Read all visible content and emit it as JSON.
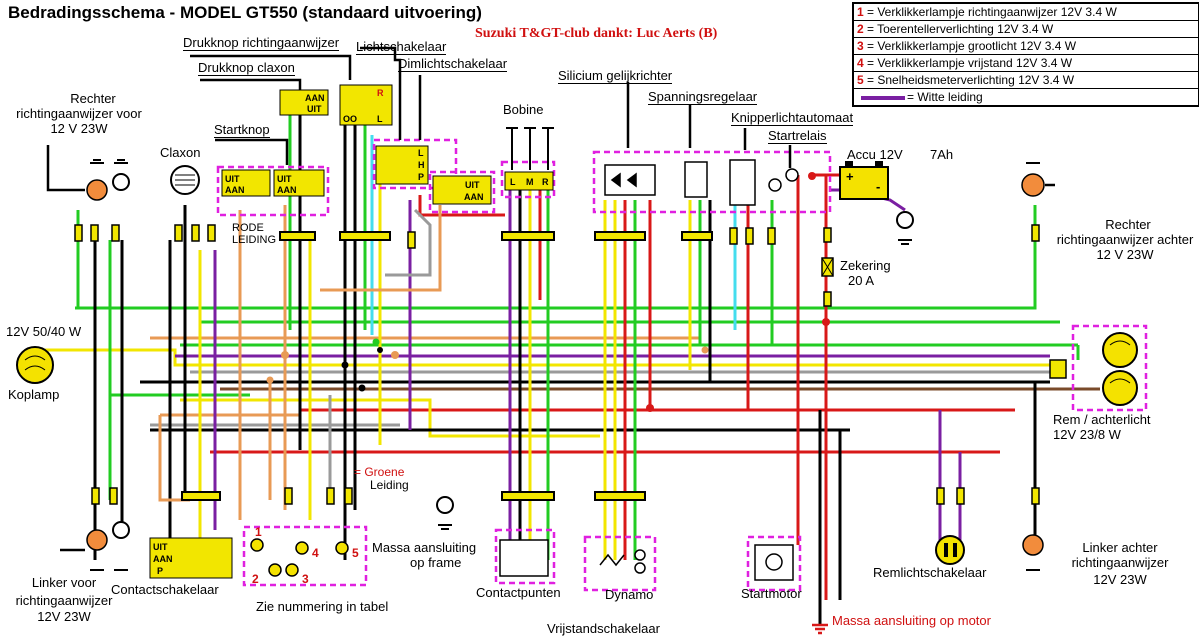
{
  "title": "Bedradingsschema - MODEL GT550 (standaard uitvoering)",
  "credit": "Suzuki T&GT-club dankt: Luc Aerts (B)",
  "legend": {
    "rows": [
      {
        "num": "1",
        "text": "= Verklikkerlampje richtingaanwijzer  12V 3.4 W"
      },
      {
        "num": "2",
        "text": "= Toerentellerverlichting 12V 3.4 W"
      },
      {
        "num": "3",
        "text": "= Verklikkerlampje grootlicht 12V 3.4 W"
      },
      {
        "num": "4",
        "text": "= Verklikkerlampje vrijstand 12V 3.4 W"
      },
      {
        "num": "5",
        "text": "= Snelheidsmeterverlichting 12V 3.4 W"
      }
    ],
    "white_wire": "= Witte leiding"
  },
  "labels": {
    "drukknop_richting": "Drukknop richtingaanwijzer",
    "drukknop_claxon": "Drukknop claxon",
    "lichtschakelaar": "Lichtschakelaar",
    "dimlichtschakelaar": "Dimlichtschakelaar",
    "startknop": "Startknop",
    "claxon": "Claxon",
    "bobine": "Bobine",
    "silicium": "Silicium gelijkrichter",
    "spanningsregelaar": "Spanningsregelaar",
    "knipperlicht": "Knipperlichtautomaat",
    "startrelais": "Startrelais",
    "accu": "Accu 12V",
    "accu_ah": "7Ah",
    "zekering": "Zekering",
    "zekering_a": "20 A",
    "rechter_voor_1": "Rechter",
    "rechter_voor_2": "richtingaanwijzer voor",
    "rechter_voor_3": "12 V    23W",
    "rechter_achter_1": "Rechter",
    "rechter_achter_2": "richtingaanwijzer achter",
    "rechter_achter_3": "12 V    23W",
    "koplamp_spec": "12V  50/40 W",
    "koplamp": "Koplamp",
    "rem_1": "Rem / achterlicht",
    "rem_2": "12V  23/8 W",
    "rode_leiding_1": "RODE",
    "rode_leiding_2": "LEIDING",
    "groene_1": "= Groene",
    "groene_2": "Leiding",
    "massa_frame_1": "Massa aansluiting",
    "massa_frame_2": "op frame",
    "massa_motor": "Massa aansluiting op motor",
    "linker_voor_1": "Linker voor",
    "linker_voor_2": "richtingaanwijzer",
    "linker_voor_3": "12V    23W",
    "linker_achter_1": "Linker achter",
    "linker_achter_2": "richtingaanwijzer",
    "linker_achter_3": "12V     23W",
    "contactschakelaar": "Contactschakelaar",
    "nummering": "Zie nummering in tabel",
    "contactpunten": "Contactpunten",
    "dynamo": "Dynamo",
    "vrijstand": "Vrijstandschakelaar",
    "startmotor": "Startmotor",
    "remlicht": "Remlichtschakelaar"
  },
  "switch_text": {
    "uit": "UIT",
    "aan": "AAN",
    "r": "R",
    "l": "L",
    "h": "H",
    "p": "P",
    "bob_l": "L",
    "bob_m": "M",
    "bob_r": "R",
    "oo": "OO",
    "plus": "+",
    "minus": "-"
  },
  "lamp_numbers": [
    "1",
    "2",
    "3",
    "4",
    "5"
  ],
  "colors": {
    "red": "#d81818",
    "green": "#22cc22",
    "yellow": "#f2e600",
    "orange": "#e89a55",
    "purple": "#7a1fa2",
    "gray": "#9a9a9a",
    "brown": "#7a4a2a",
    "cyan": "#44ddee",
    "magenta": "#e020e0",
    "black": "#000000",
    "white_wire": "#7a1fa2"
  }
}
